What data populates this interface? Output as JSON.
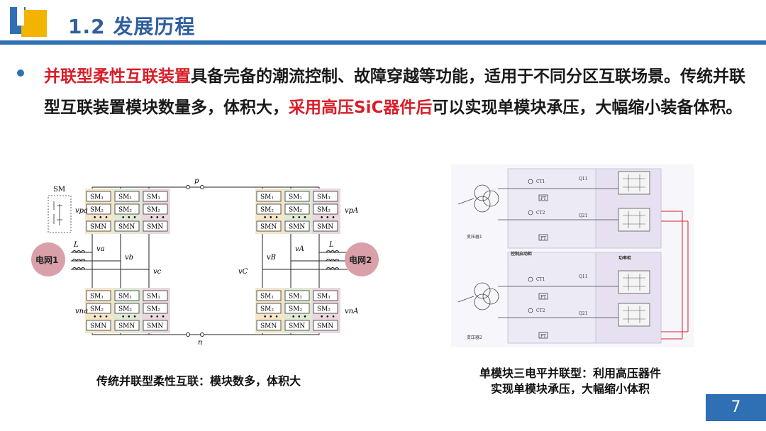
{
  "header": {
    "title": "1.2 发展历程",
    "accent": "#2f6fb3",
    "gold": "#f2b400"
  },
  "bullet": {
    "segments": [
      {
        "text": "并联型柔性互联装置",
        "highlight": true
      },
      {
        "text": "具备完备的潮流控制、故障穿越等功能，适用于不同分区互联场景。传统并联型互联装置模块数量多，体积大，",
        "highlight": false
      },
      {
        "text": "采用高压SiC器件后",
        "highlight": true
      },
      {
        "text": "可以实现单模块承压，大幅缩小装备体积。",
        "highlight": false
      }
    ],
    "highlight_color": "#d81e28"
  },
  "left_figure": {
    "sm_label": "SM",
    "grid1": "电网1",
    "grid2": "电网2",
    "node_p": "p",
    "node_n": "n",
    "modules_top": [
      "SM₁",
      "SM₂",
      "SMN"
    ],
    "modules_bottom": [
      "SM₁",
      "SM₂",
      "SMN"
    ],
    "labels": {
      "vpa": "vpa",
      "vpA": "vpA",
      "vna": "vna",
      "vnA": "vnA",
      "va": "va",
      "vb": "vb",
      "vc": "vc",
      "vA": "vA",
      "vB": "vB",
      "vC": "vC",
      "L": "L",
      "l": "l"
    }
  },
  "right_figure": {
    "ct1": "CT1",
    "ct2": "CT2",
    "pt": "PT",
    "q11": "Q11",
    "q21": "Q21",
    "transformer1": "变压器1",
    "transformer2": "变压器2",
    "control_cabinet": "控制启动柜",
    "power_cabinet": "功率柜"
  },
  "captions": {
    "left": "传统并联型柔性互联：模块数多，体积大",
    "right_line1": "单模块三电平并联型：利用高压器件",
    "right_line2": "实现单模块承压，大幅缩小体积"
  },
  "page_number": "7"
}
